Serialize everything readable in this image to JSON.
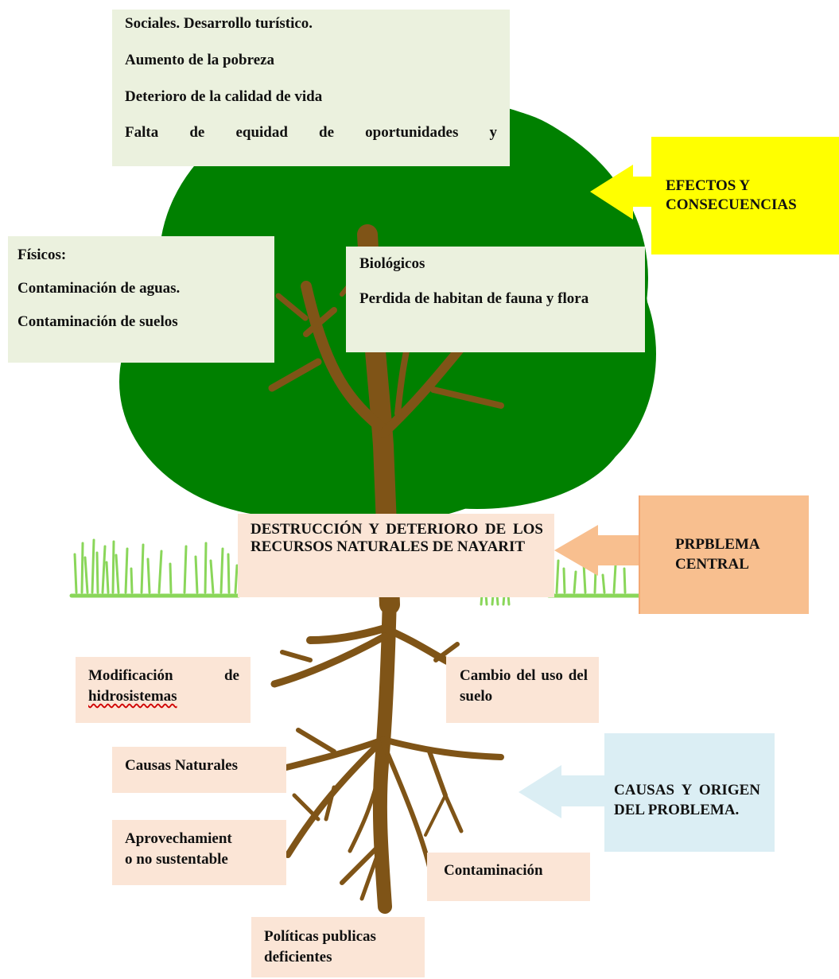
{
  "effects": {
    "social_lines": [
      "Sociales. Desarrollo turístico.",
      "Aumento de la pobreza",
      "Deterioro de la calidad de vida",
      "Falta de equidad de oportunidades y"
    ],
    "physical_lines": [
      "Físicos:",
      "Contaminación de aguas.",
      "Contaminación de suelos"
    ],
    "biological_title": "Biológicos",
    "biological_text": "Perdida de habitan de fauna y flora"
  },
  "central_problem": "DESTRUCCIÓN Y DETERIORO DE LOS RECURSOS NATURALES DE NAYARIT",
  "causes": {
    "hydro_line1": "Modificación de",
    "hydro_line2": "hidrosistemas",
    "land_use": "Cambio del uso del suelo",
    "natural": "Causas Naturales",
    "exploitation_line1": "Aprovechamient",
    "exploitation_line2": "o no sustentable",
    "pollution": "Contaminación",
    "policies_line1": "Políticas publicas",
    "policies_line2": "deficientes"
  },
  "side_labels": {
    "effects": "EFECTOS Y CONSECUENCIAS",
    "problem": "PRPBLEMA CENTRAL",
    "causes": "CAUSAS Y ORIGEN DEL PROBLEMA."
  },
  "colors": {
    "canopy": "#008000",
    "trunk": "#7f5417",
    "grass": "#8ad65a",
    "effects_label": "#ffff00",
    "problem_label": "#f8bf8f",
    "causes_label": "#dbeef4",
    "green_box": "#ebf1de",
    "peach_box": "#fbe5d6"
  }
}
